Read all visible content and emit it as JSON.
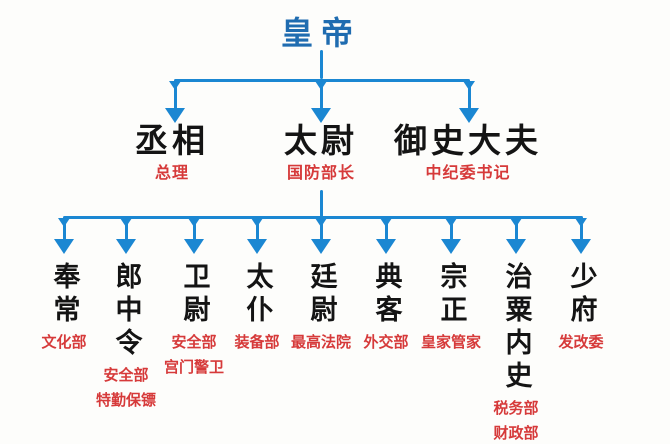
{
  "palette": {
    "connector_blue": "#1b87d2",
    "emperor_blue": "#1f6cb0",
    "title_black": "#141414",
    "annotation_red": "#d63a3a",
    "background": "#fdfdfb"
  },
  "emperor": {
    "title": "皇帝"
  },
  "lords": [
    {
      "title": "丞相",
      "modern": "总理"
    },
    {
      "title": "太尉",
      "modern": "国防部长"
    },
    {
      "title": "御史大夫",
      "modern": "中纪委书记"
    }
  ],
  "ministers": [
    {
      "title": "奉常",
      "modern": [
        "文化部"
      ]
    },
    {
      "title": "郎中令",
      "modern": [
        "安全部",
        "特勤保镖"
      ]
    },
    {
      "title": "卫尉",
      "modern": [
        "安全部",
        "宫门警卫"
      ]
    },
    {
      "title": "太仆",
      "modern": [
        "装备部"
      ]
    },
    {
      "title": "廷尉",
      "modern": [
        "最高法院"
      ]
    },
    {
      "title": "典客",
      "modern": [
        "外交部"
      ]
    },
    {
      "title": "宗正",
      "modern": [
        "皇家管家"
      ]
    },
    {
      "title": "治粟内史",
      "modern": [
        "税务部",
        "财政部"
      ]
    },
    {
      "title": "少府",
      "modern": [
        "发改委"
      ]
    }
  ]
}
